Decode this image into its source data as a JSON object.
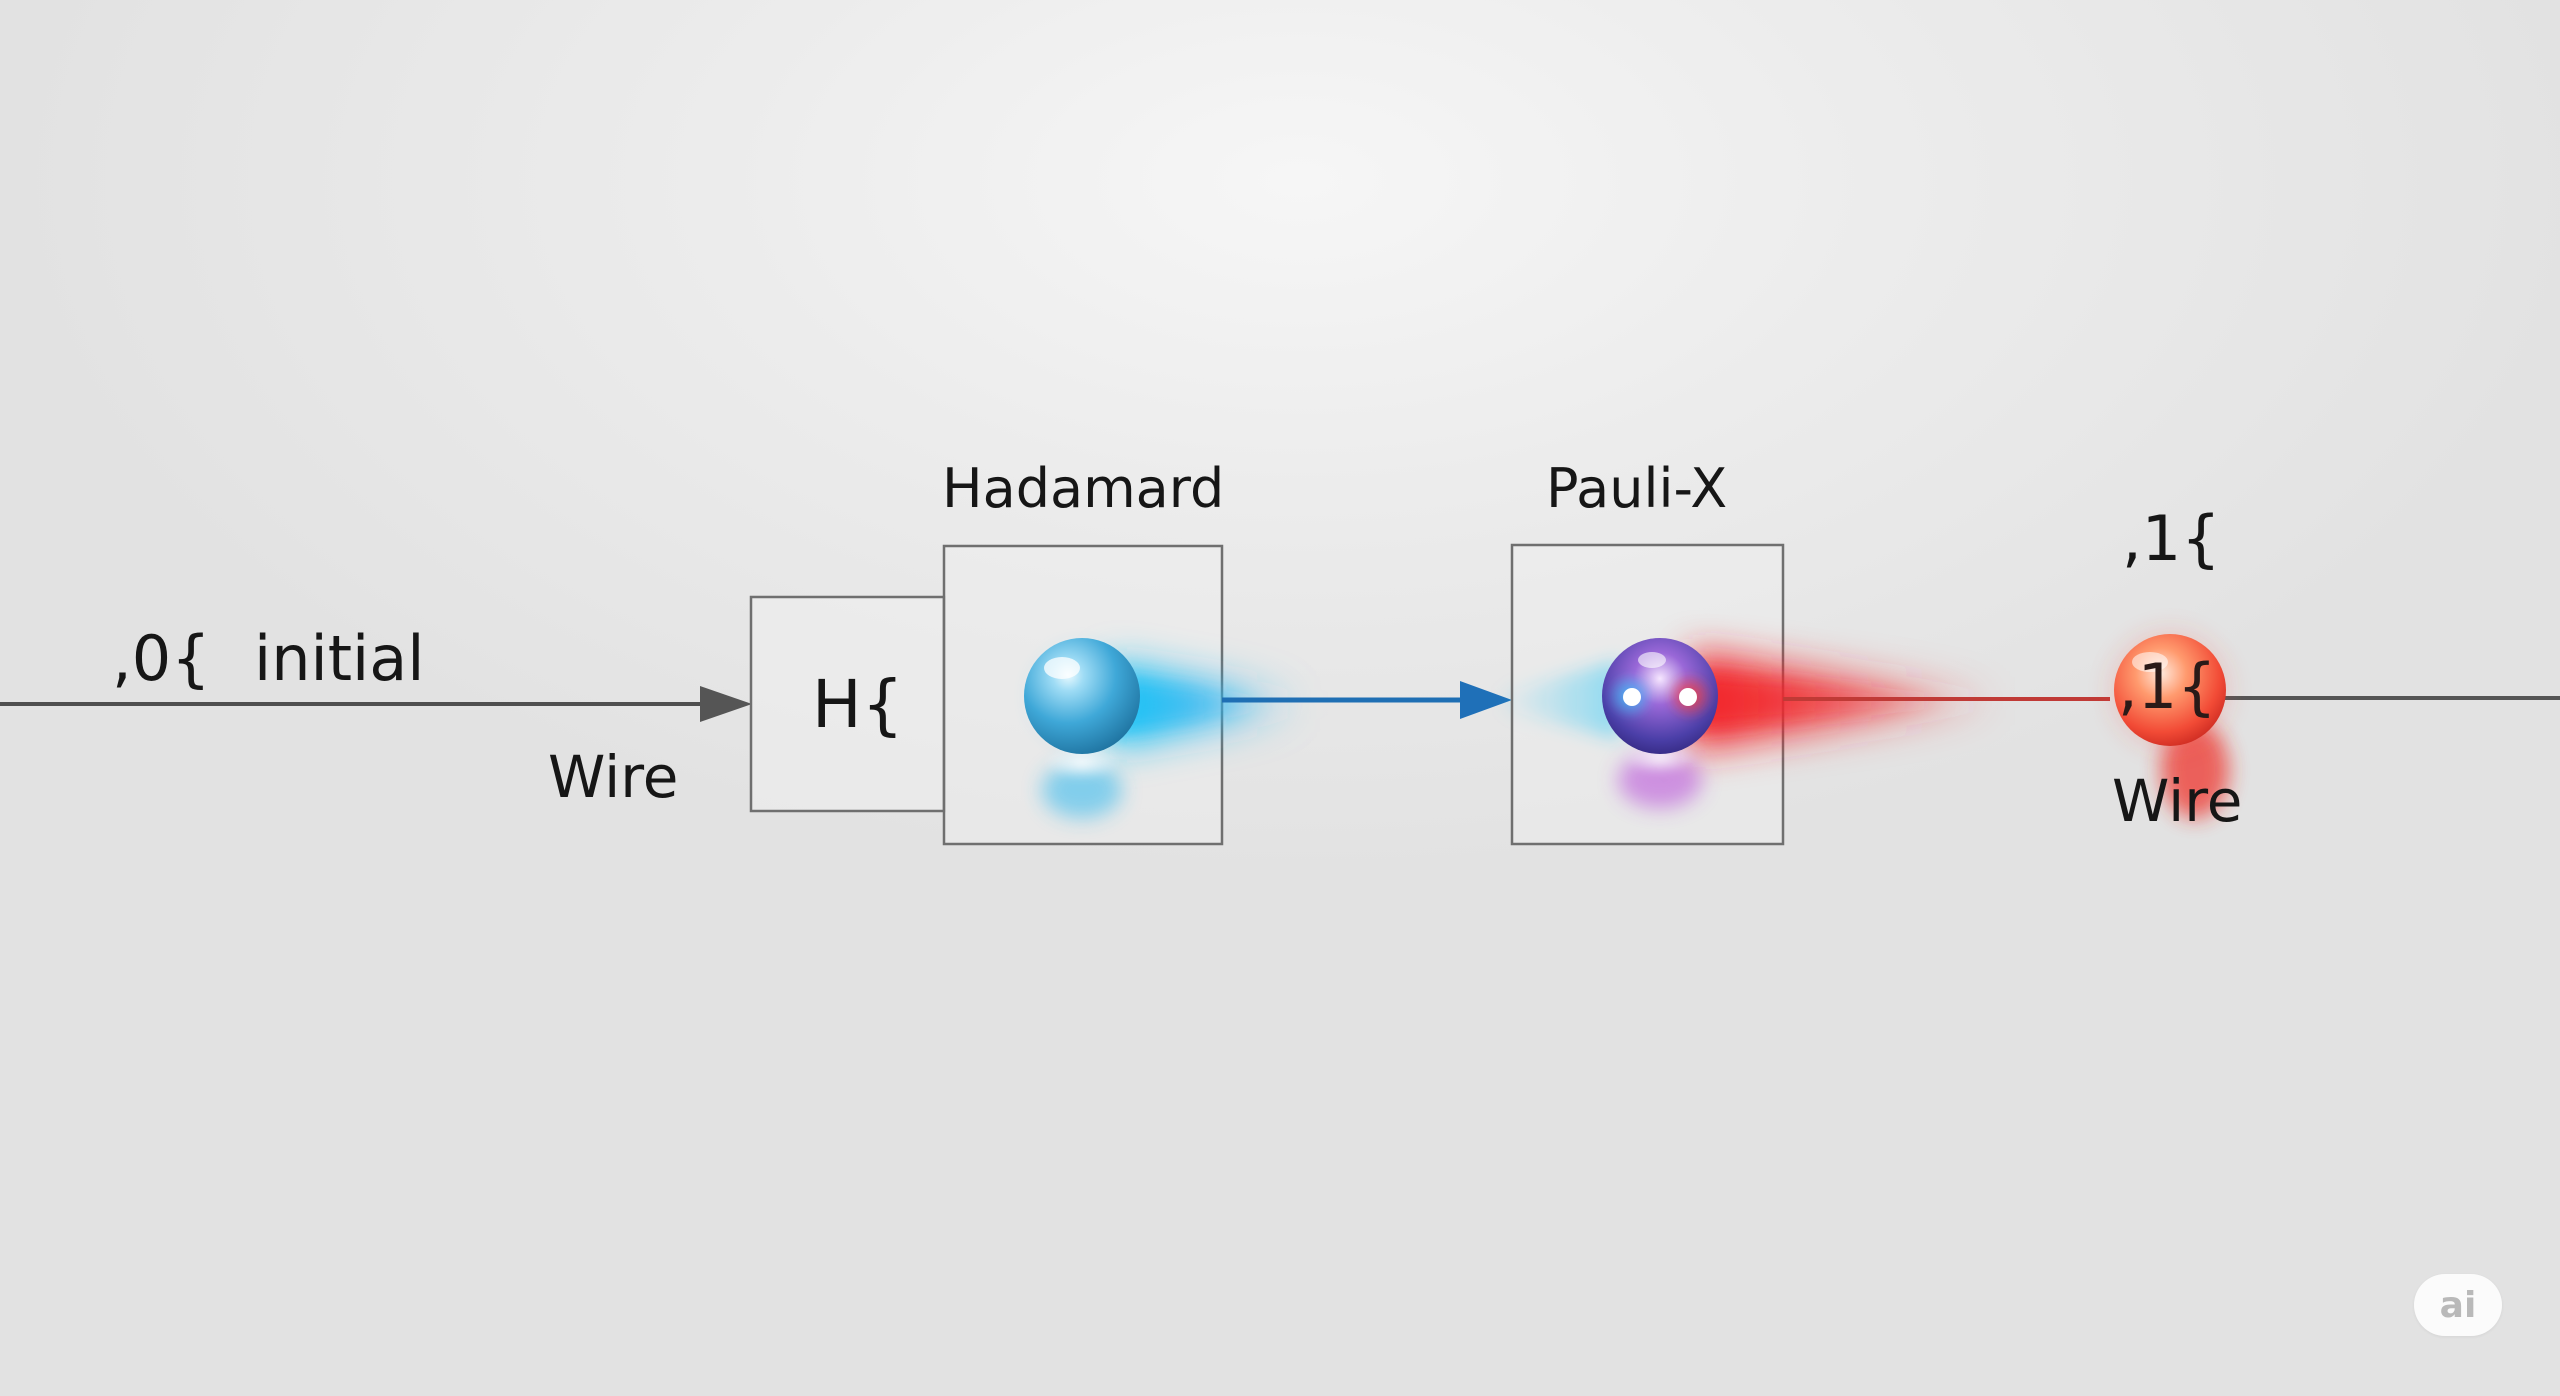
{
  "diagram": {
    "initial_state": ",0{",
    "initial_label": "initial",
    "wire_label_in": "Wire",
    "gate_h_symbol": "H{",
    "gate_hadamard_label": "Hadamard",
    "gate_paulix_label": "Pauli-X",
    "output_state_top": ",1{",
    "output_state_node": ",1{",
    "wire_label_out": "Wire"
  },
  "watermark": "ai",
  "colors": {
    "wire": "#4a4a4a",
    "blue_beam": "#22c4f5",
    "red_beam": "#f2262a",
    "gate_border": "#7a7a7a",
    "mid_wire": "#1f6fb4"
  }
}
